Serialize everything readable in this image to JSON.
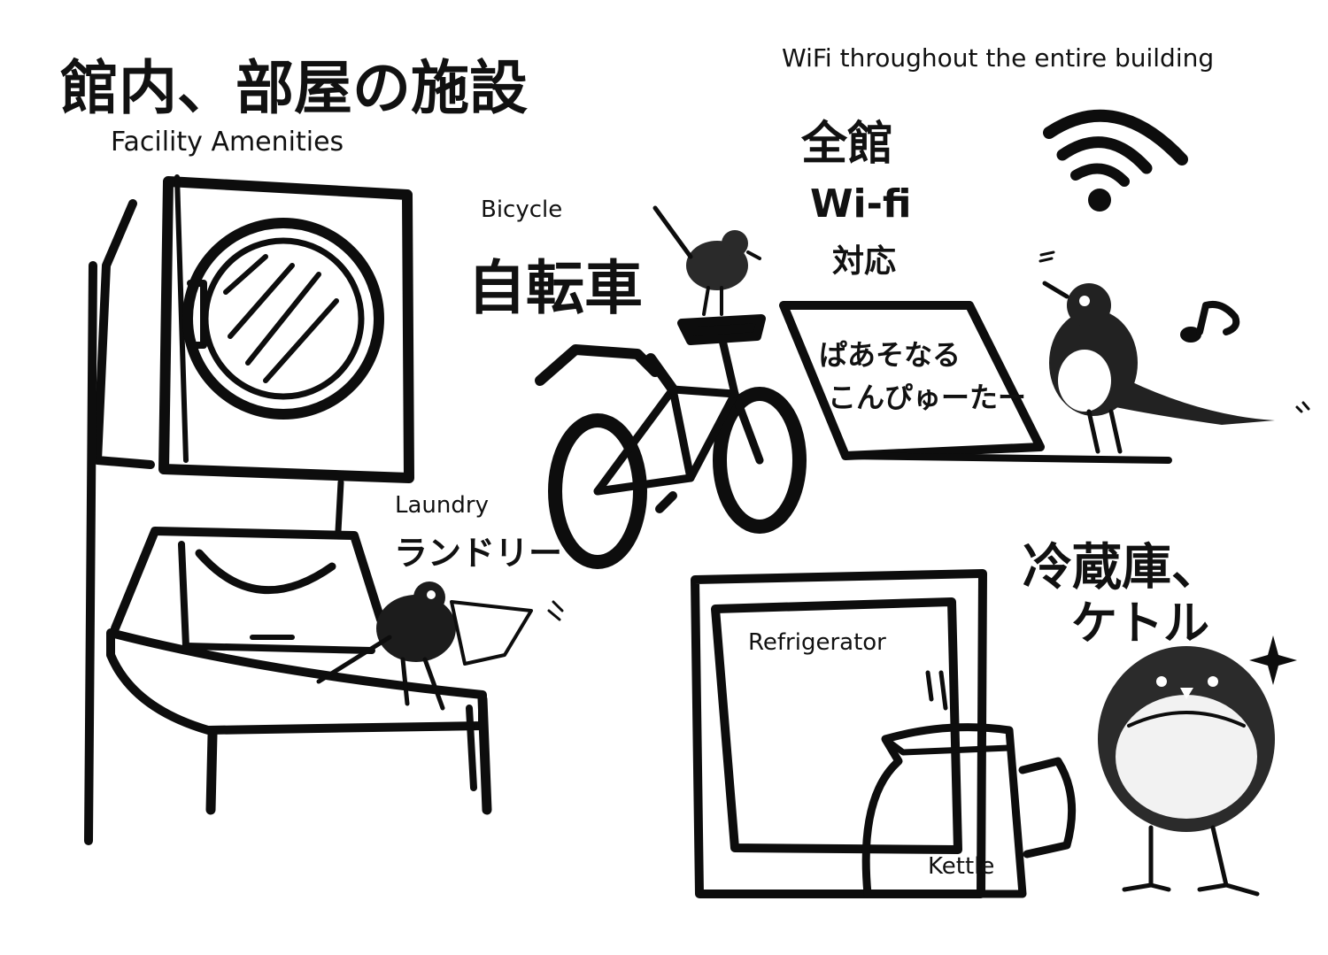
{
  "title_jp": "館内、部屋の施設",
  "title_en": "Facility Amenities",
  "wifi": {
    "label_en": "WiFi throughout the entire building",
    "jp_line1": "全館",
    "jp_line2": "Wi-fi",
    "jp_line3": "対応"
  },
  "bicycle": {
    "label_en": "Bicycle",
    "label_jp": "自転車"
  },
  "laundry": {
    "label_en": "Laundry",
    "label_jp": "ランドリー"
  },
  "computer": {
    "line1": "ぱあそなる",
    "line2": "こんぴゅーたー"
  },
  "fridge_kettle": {
    "jp_line1": "冷蔵庫、",
    "jp_line2": "ケトル",
    "fridge_en": "Refrigerator",
    "kettle_en": "Kettle"
  },
  "colors": {
    "ink": "#0d0d0d",
    "paper": "#ffffff"
  }
}
